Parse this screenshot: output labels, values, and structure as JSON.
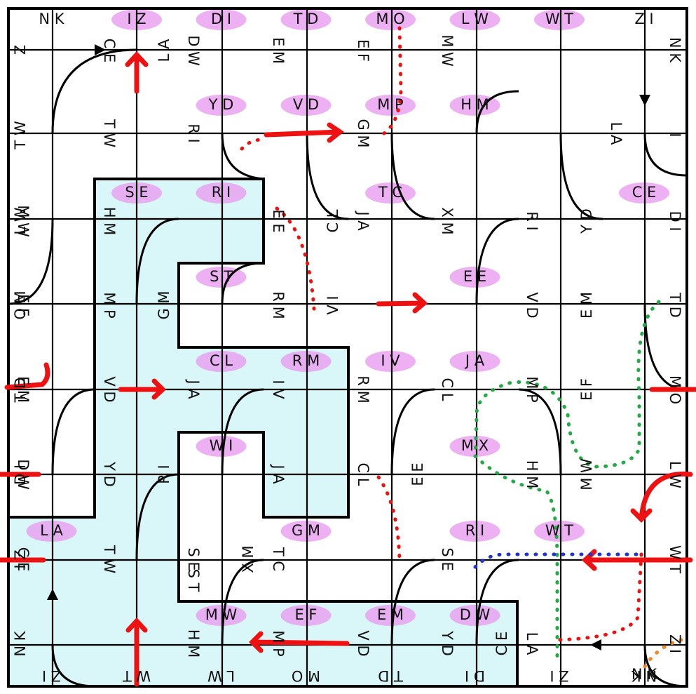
{
  "puzzle": {
    "grid_rows": 8,
    "grid_cols": 8,
    "colors": {
      "background": "#ffffff",
      "grid_line": "#000000",
      "region_fill": "#d9f6f8",
      "highlight": "#e99ef0",
      "annotation_red": "#ee1111",
      "annotation_green": "#22aa44",
      "annotation_blue": "#2233cc",
      "annotation_orange": "#ee8822"
    },
    "highlighted_pairs": [
      {
        "row": 0,
        "col": 1,
        "text": "I Z"
      },
      {
        "row": 0,
        "col": 2,
        "text": "D I"
      },
      {
        "row": 0,
        "col": 3,
        "text": "T D"
      },
      {
        "row": 0,
        "col": 4,
        "text": "M O"
      },
      {
        "row": 0,
        "col": 5,
        "text": "L W"
      },
      {
        "row": 0,
        "col": 6,
        "text": "W T"
      },
      {
        "row": 1,
        "col": 2,
        "text": "Y D"
      },
      {
        "row": 1,
        "col": 3,
        "text": "V D"
      },
      {
        "row": 1,
        "col": 4,
        "text": "M P"
      },
      {
        "row": 1,
        "col": 5,
        "text": "H M"
      },
      {
        "row": 2,
        "col": 1,
        "text": "S E"
      },
      {
        "row": 2,
        "col": 2,
        "text": "R I"
      },
      {
        "row": 2,
        "col": 4,
        "text": "T C"
      },
      {
        "row": 2,
        "col": 7,
        "text": "C E"
      },
      {
        "row": 3,
        "col": 2,
        "text": "S T"
      },
      {
        "row": 3,
        "col": 5,
        "text": "E E"
      },
      {
        "row": 4,
        "col": 2,
        "text": "C L"
      },
      {
        "row": 4,
        "col": 3,
        "text": "R M"
      },
      {
        "row": 4,
        "col": 4,
        "text": "I V"
      },
      {
        "row": 4,
        "col": 5,
        "text": "J A"
      },
      {
        "row": 5,
        "col": 2,
        "text": "W I"
      },
      {
        "row": 5,
        "col": 5,
        "text": "M X"
      },
      {
        "row": 6,
        "col": 0,
        "text": "L A"
      },
      {
        "row": 6,
        "col": 3,
        "text": "G M"
      },
      {
        "row": 6,
        "col": 5,
        "text": "R I"
      },
      {
        "row": 6,
        "col": 6,
        "text": "W T"
      },
      {
        "row": 7,
        "col": 2,
        "text": "M W"
      },
      {
        "row": 7,
        "col": 3,
        "text": "E F"
      },
      {
        "row": 7,
        "col": 4,
        "text": "E M"
      },
      {
        "row": 7,
        "col": 5,
        "text": "D W"
      }
    ],
    "plain_pairs": [
      {
        "row": 0,
        "col": 0,
        "text": "N K"
      },
      {
        "row": 0,
        "col": 7,
        "text": "Z I"
      },
      {
        "row": 7,
        "col": 7,
        "text": "N K"
      }
    ],
    "edge_labels_left": [
      "Z",
      "T W",
      "L W",
      "O M",
      "T D",
      "D I",
      "I Z",
      "N K"
    ],
    "edge_labels_right": [
      "N K",
      "I",
      "D I",
      "T D",
      "M O",
      "L W",
      "W T",
      "Z I"
    ],
    "edge_labels_bottom": [
      "Z I",
      "W T",
      "L W",
      "M O",
      "T D",
      "D I",
      "Z I",
      "N K"
    ],
    "rotated_labels": [
      {
        "row": 0,
        "col": 2,
        "text": "D W"
      },
      {
        "row": 0,
        "col": 3,
        "text": "E M"
      },
      {
        "row": 0,
        "col": 4,
        "text": "E F"
      },
      {
        "row": 0,
        "col": 5,
        "text": "M W"
      },
      {
        "row": 0,
        "col": 1,
        "text": "C E"
      },
      {
        "row": 0,
        "col": 1,
        "text": "L A"
      },
      {
        "row": 1,
        "col": 1,
        "text": "T W"
      },
      {
        "row": 1,
        "col": 2,
        "text": "R I"
      },
      {
        "row": 1,
        "col": 4,
        "text": "G M"
      },
      {
        "row": 1,
        "col": 7,
        "text": "L A"
      },
      {
        "row": 2,
        "col": 0,
        "text": "M W"
      },
      {
        "row": 2,
        "col": 1,
        "text": "H M"
      },
      {
        "row": 2,
        "col": 3,
        "text": "E E"
      },
      {
        "row": 2,
        "col": 3,
        "text": "C L"
      },
      {
        "row": 2,
        "col": 4,
        "text": "J A"
      },
      {
        "row": 2,
        "col": 5,
        "text": "X M"
      },
      {
        "row": 2,
        "col": 6,
        "text": "R I"
      },
      {
        "row": 2,
        "col": 6,
        "text": "Y D"
      },
      {
        "row": 3,
        "col": 0,
        "text": "E F"
      },
      {
        "row": 3,
        "col": 1,
        "text": "M P"
      },
      {
        "row": 3,
        "col": 1,
        "text": "G M"
      },
      {
        "row": 3,
        "col": 3,
        "text": "R M"
      },
      {
        "row": 3,
        "col": 3,
        "text": "V I"
      },
      {
        "row": 3,
        "col": 6,
        "text": "V D"
      },
      {
        "row": 3,
        "col": 6,
        "text": "E M"
      },
      {
        "row": 4,
        "col": 0,
        "text": "E M"
      },
      {
        "row": 4,
        "col": 1,
        "text": "V D"
      },
      {
        "row": 4,
        "col": 2,
        "text": "J A"
      },
      {
        "row": 4,
        "col": 3,
        "text": "I V"
      },
      {
        "row": 4,
        "col": 4,
        "text": "R M"
      },
      {
        "row": 4,
        "col": 5,
        "text": "C L"
      },
      {
        "row": 4,
        "col": 6,
        "text": "M P"
      },
      {
        "row": 4,
        "col": 6,
        "text": "E F"
      },
      {
        "row": 5,
        "col": 0,
        "text": "D W"
      },
      {
        "row": 5,
        "col": 1,
        "text": "Y D"
      },
      {
        "row": 5,
        "col": 1,
        "text": "R I"
      },
      {
        "row": 5,
        "col": 3,
        "text": "J A"
      },
      {
        "row": 5,
        "col": 4,
        "text": "C L"
      },
      {
        "row": 5,
        "col": 4,
        "text": "E E"
      },
      {
        "row": 5,
        "col": 6,
        "text": "H M"
      },
      {
        "row": 5,
        "col": 6,
        "text": "M W"
      },
      {
        "row": 6,
        "col": 0,
        "text": "C E"
      },
      {
        "row": 6,
        "col": 1,
        "text": "T W"
      },
      {
        "row": 6,
        "col": 2,
        "text": "S E"
      },
      {
        "row": 6,
        "col": 2,
        "text": "X M"
      },
      {
        "row": 6,
        "col": 2,
        "text": "S T"
      },
      {
        "row": 6,
        "col": 3,
        "text": "T C"
      },
      {
        "row": 6,
        "col": 5,
        "text": "S E"
      },
      {
        "row": 7,
        "col": 2,
        "text": "H M"
      },
      {
        "row": 7,
        "col": 3,
        "text": "M P"
      },
      {
        "row": 7,
        "col": 4,
        "text": "V D"
      },
      {
        "row": 7,
        "col": 5,
        "text": "Y D"
      },
      {
        "row": 7,
        "col": 5,
        "text": "C E"
      },
      {
        "row": 7,
        "col": 6,
        "text": "L A"
      }
    ]
  }
}
